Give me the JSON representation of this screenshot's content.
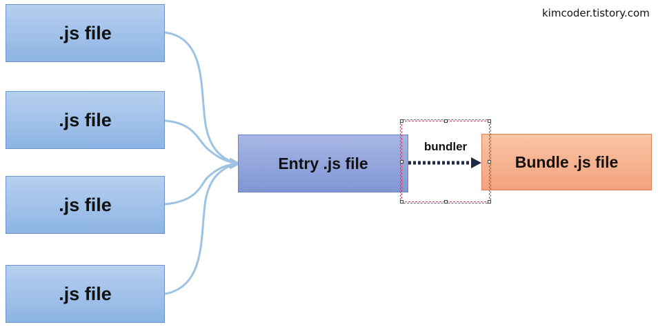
{
  "watermark": "kimcoder.tistory.com",
  "source_files": [
    ".js file",
    ".js file",
    ".js file",
    ".js file"
  ],
  "entry": {
    "label": "Entry .js file"
  },
  "bundler": {
    "label": "bundler"
  },
  "bundle": {
    "label": "Bundle .js file"
  },
  "colors": {
    "source_fill": "#9dbfe9",
    "entry_fill": "#90a4db",
    "bundle_fill": "#f5ae8a",
    "connector": "#9cc2e4",
    "arrow": "#1f2a44",
    "selection": "#e0305a"
  }
}
